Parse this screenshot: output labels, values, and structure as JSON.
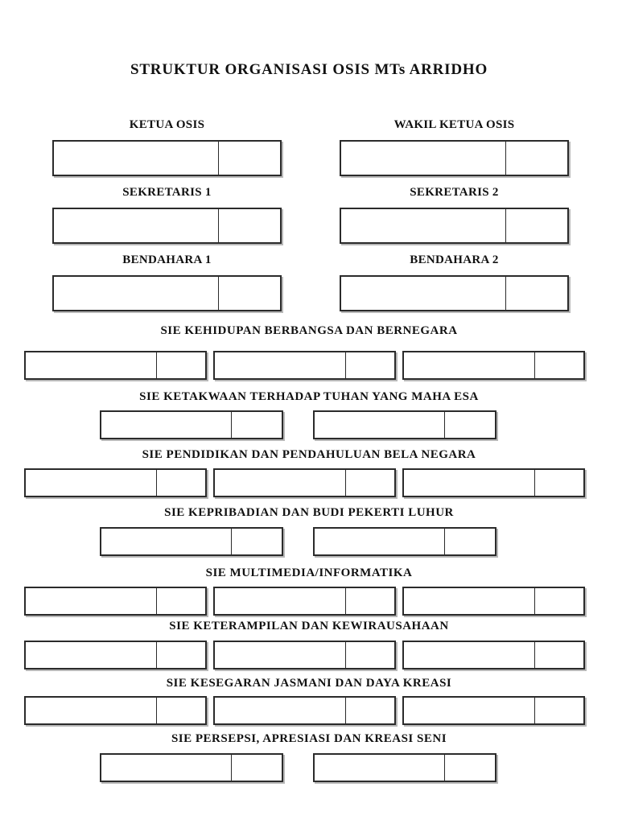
{
  "document": {
    "title": "STRUKTUR ORGANISASI OSIS MTs ARRIDHO"
  },
  "officer_rows": [
    {
      "left_label": "KETUA OSIS",
      "right_label": "WAKIL KETUA OSIS"
    },
    {
      "left_label": "SEKRETARIS 1",
      "right_label": "SEKRETARIS 2"
    },
    {
      "left_label": "BENDAHARA 1",
      "right_label": "BENDAHARA 2"
    }
  ],
  "sie_sections": [
    {
      "label": "SIE KEHIDUPAN BERBANGSA DAN BERNEGARA",
      "box_count": 3,
      "layout": "full-width"
    },
    {
      "label": "SIE KETAKWAAN TERHADAP TUHAN YANG MAHA ESA",
      "box_count": 2,
      "layout": "centered"
    },
    {
      "label": "SIE PENDIDIKAN DAN PENDAHULUAN BELA NEGARA",
      "box_count": 3,
      "layout": "full-width"
    },
    {
      "label": "SIE KEPRIBADIAN DAN BUDI PEKERTI LUHUR",
      "box_count": 2,
      "layout": "centered"
    },
    {
      "label": "SIE MULTIMEDIA/INFORMATIKA",
      "box_count": 3,
      "layout": "full-width"
    },
    {
      "label": "SIE KETERAMPILAN DAN KEWIRAUSAHAAN",
      "box_count": 3,
      "layout": "full-width"
    },
    {
      "label": "SIE KESEGARAN JASMANI DAN DAYA KREASI",
      "box_count": 3,
      "layout": "full-width"
    },
    {
      "label": "SIE PERSEPSI, APRESIASI DAN KREASI SENI",
      "box_count": 2,
      "layout": "centered"
    }
  ],
  "colors": {
    "page_background": "#ffffff",
    "border": "#2b2b2b",
    "text": "#111111"
  }
}
